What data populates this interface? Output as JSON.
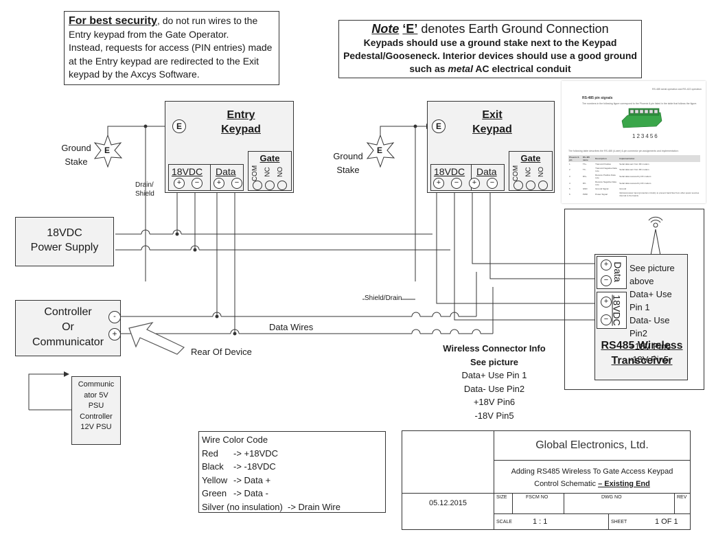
{
  "security_note": {
    "lead": "For best security",
    "line1_rest": ", do not run wires to the",
    "line2": "Entry keypad from the Gate Operator.",
    "line3": "Instead, requests for access (PIN entries) made",
    "line4": "at the Entry keypad are redirected to the Exit",
    "line5": "keypad by the Axcys Software."
  },
  "ground_note": {
    "note_word": "Note",
    "e_letter": "‘E’",
    "title_rest": " denotes Earth Ground Connection",
    "line1": "Keypads should use a ground stake next to the Keypad",
    "line2": "Pedestal/Gooseneck.   Interior devices should use a good ground",
    "line3_a": "such as ",
    "line3_em": "metal",
    "line3_b": " AC electrical conduit"
  },
  "entry_keypad": {
    "title1": "Entry",
    "title2": "Keypad",
    "e": "E",
    "vdc": "18VDC",
    "data": "Data",
    "gate": "Gate",
    "com": "COM",
    "nc": "NC",
    "no": "NO"
  },
  "exit_keypad": {
    "title1": "Exit",
    "title2": "Keypad",
    "e": "E",
    "vdc": "18VDC",
    "data": "Data",
    "gate": "Gate",
    "com": "COM",
    "nc": "NC",
    "no": "NO"
  },
  "ground_stake_left": {
    "line1": "Ground",
    "line2": "Stake",
    "e": "E"
  },
  "ground_stake_right": {
    "line1": "Ground",
    "line2": "Stake",
    "e": "E"
  },
  "drain_shield": {
    "line1": "Drain/",
    "line2": "Shield"
  },
  "power_supply": {
    "line1": "18VDC",
    "line2": "Power Supply"
  },
  "controller": {
    "line1": "Controller",
    "line2": "Or",
    "line3": "Communicator"
  },
  "psu_note": {
    "line1": "Communic",
    "line2": "ator 5V",
    "line3": "PSU",
    "line4": "Controller",
    "line5": "12V PSU"
  },
  "labels": {
    "shield_drain": "Shield/Drain",
    "data_wires": "Data Wires",
    "rear_of_device": "Rear Of Device",
    "minus": "-",
    "plus": "+"
  },
  "datasheet": {
    "header": "RS-485 serial operation and RS-422 operation",
    "title": "RS-485 pin signals",
    "intro": "The numbers in the following figure correspond to the Phoenix 6-pin listed in the table that follows the figure.",
    "pins": [
      "1",
      "2",
      "3",
      "4",
      "5",
      "6"
    ],
    "table_intro": "The following table describes the RS-485 (4-wire) 6-pin connector pin assignments and implementation:",
    "columns": [
      "Phoenix 6-pin",
      "RS-485 name",
      "Description",
      "Implementation"
    ],
    "rows": [
      [
        "1",
        "TX+",
        "Transmit Positive",
        "Serial data sent from RF modem"
      ],
      [
        "2",
        "TX-",
        "Transmit Negative Data Line",
        "Serial data sent from RF modem"
      ],
      [
        "3",
        "RX+",
        "Receive Positive Data Line",
        "Serial data received by RF modem"
      ],
      [
        "4",
        "RX-",
        "Receive Negative Data Line",
        "Serial data received by RF modem"
      ],
      [
        "5",
        "GND",
        "Ground Signal",
        "Ground"
      ],
      [
        "6",
        "PWR",
        "Power Signal",
        "Optional power input (protection circuitry to prevent back flow from other power sources internal to the board)"
      ]
    ]
  },
  "transceiver": {
    "data": "Data",
    "vdc": "18VDC",
    "see_picture": "See picture above",
    "pin1": "Data+ Use Pin 1",
    "pin2": "Data- Use Pin2",
    "pin6": "+18V Pin6",
    "pin5": "-18V Pin5",
    "title1": "RS485 Wireless",
    "title2": "Transceiver"
  },
  "wireless_info": {
    "title1": "Wireless Connector Info",
    "title2": "See picture",
    "line1": "Data+ Use Pin 1",
    "line2": "Data- Use Pin2",
    "line3": "+18V Pin6",
    "line4": "-18V Pin5"
  },
  "color_code": {
    "title": "Wire Color Code",
    "rows": [
      {
        "name": "Red",
        "value": "->  +18VDC"
      },
      {
        "name": "Black",
        "value": "->  -18VDC"
      },
      {
        "name": "Yellow",
        "value": "->  Data +"
      },
      {
        "name": "Green",
        "value": "->  Data -"
      },
      {
        "name": "Silver (no insulation)",
        "value": "->  Drain Wire"
      }
    ]
  },
  "title_block": {
    "company": "Global Electronics, Ltd.",
    "desc1": "Adding RS485 Wireless To Gate Access Keypad",
    "desc2_a": "Control Schematic ",
    "desc2_b": "– Existing End",
    "date": "05.12.2015",
    "size": "SIZE",
    "fscm": "FSCM NO",
    "dwg": "DWG NO",
    "rev": "REV",
    "scale_label": "SCALE",
    "scale": "1 : 1",
    "sheet_label": "SHEET",
    "sheet": "1 OF 1"
  }
}
